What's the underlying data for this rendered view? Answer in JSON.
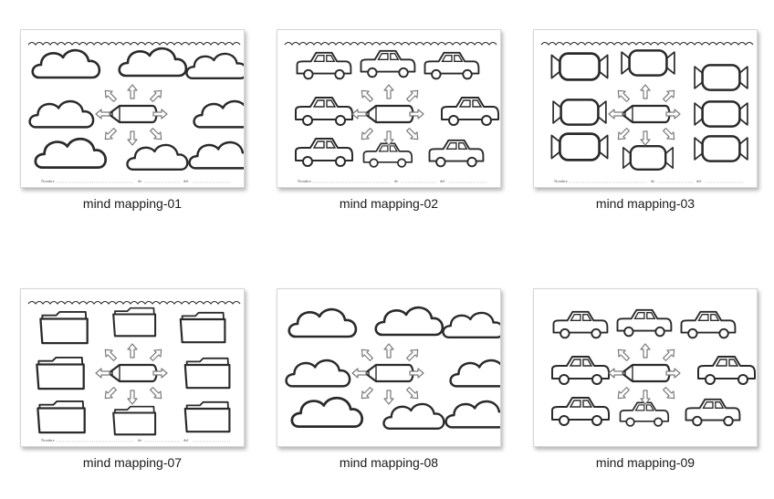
{
  "files": [
    {
      "name": "mind mapping-01",
      "theme": "cloud",
      "header_wave": true,
      "footer_labels": [
        "Nombre",
        "de",
        "del"
      ]
    },
    {
      "name": "mind mapping-02",
      "theme": "car",
      "header_wave": true,
      "footer_labels": [
        "Nombre",
        "de",
        "del"
      ]
    },
    {
      "name": "mind mapping-03",
      "theme": "candy",
      "header_wave": true,
      "footer_labels": [
        "Nombre",
        "de",
        "del"
      ]
    },
    {
      "name": "mind mapping-07",
      "theme": "folder",
      "header_wave": true,
      "footer_labels": [
        "Nombre",
        "de",
        "del"
      ]
    },
    {
      "name": "mind mapping-08",
      "theme": "cloud",
      "header_wave": false,
      "footer_labels": []
    },
    {
      "name": "mind mapping-09",
      "theme": "car",
      "header_wave": false,
      "footer_labels": []
    }
  ],
  "colors": {
    "stroke": "#2a2a2a",
    "arrow_stroke": "#7a7a7a",
    "caption_text": "#1a1a1a"
  }
}
